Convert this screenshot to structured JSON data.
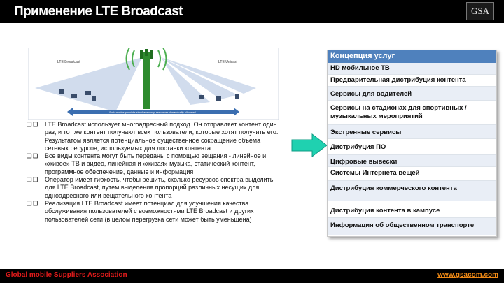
{
  "header": {
    "title": "Применение LTE Broadcast",
    "logo_text": "GSA"
  },
  "diagram": {
    "label_left": "LTE Broadcast",
    "label_right": "LTE Unicast",
    "caption": "Both modes possible simultaneously, resources dynamically allocated"
  },
  "bullets": [
    {
      "marker": "❑❑",
      "text": "LTE Broadcast использует многоадресный подход. Он отправляет контент один раз, и тот же контент получают всех пользователи, которые хотят получить его. Результатом является потенциальное существенное сокращение объема сетевых ресурсов, используемых для доставки контента"
    },
    {
      "marker": "❑❑",
      "text": "Все виды контента могут быть переданы с помощью вещания - линейное и «живое» ТВ и видео, линейная и «живая» музыка, статический контент, программное обеспечение, данные и информация"
    },
    {
      "marker": "❑❑",
      "text": "Оператор имеет гибкость, чтобы решить, сколько ресурсов спектра выделить для LTE Broadcast, путем выделения пропорций различных несущих для одноадресного или вещательного контента"
    },
    {
      "marker": "❑❑",
      "text": "Реализация LTE Broadcast имеет потенциал для улучшения качества обслуживания пользователей с возможностями LTE Broadcast и других пользователей сети (в целом перегрузка сети может быть уменьшена)"
    }
  ],
  "services": {
    "title": "Концепция услуг",
    "rows": [
      "HD мобильное ТВ",
      "Предварительная дистрибуция контента",
      "Сервисы для водителей",
      "Сервисы на стадионах для спортивных / музыкальных мероприятий",
      "Экстренные сервисы",
      "Дистрибуция ПО",
      "Цифровые вывески",
      "Системы Интернета вещей",
      "Дистрибуция коммерческого контента",
      "Дистрибуция контента в кампусе",
      "Информация об общественном транспорте"
    ]
  },
  "footer": {
    "left": "Global mobile Suppliers Association",
    "right": "www.gsacom.com"
  },
  "colors": {
    "table_header": "#4f81bd",
    "table_alt_row": "#e9eef6",
    "arrow": "#1fd1b0",
    "tower": "#2e8b2e",
    "footer_left": "#e21b1b",
    "footer_right": "#f08a16"
  }
}
